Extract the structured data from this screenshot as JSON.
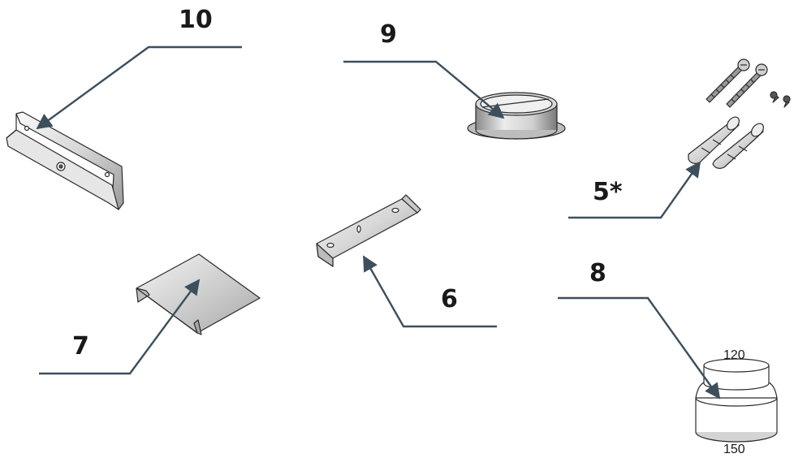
{
  "callouts": {
    "c10": "10",
    "c9": "9",
    "c5": "5*",
    "c6": "6",
    "c7": "7",
    "c8": "8"
  },
  "dimensions": {
    "top": "120",
    "bottom": "150"
  },
  "colors": {
    "leader": "#3d4f5c",
    "part_light": "#f2f2f2",
    "part_mid": "#cfcfcf",
    "part_dark": "#8a8a8a"
  },
  "parts": [
    {
      "id": "10",
      "name": "wall bracket"
    },
    {
      "id": "9",
      "name": "round collar"
    },
    {
      "id": "5*",
      "name": "screws and wall plugs"
    },
    {
      "id": "6",
      "name": "hanging bracket"
    },
    {
      "id": "7",
      "name": "cover plate"
    },
    {
      "id": "8",
      "name": "reducer"
    }
  ]
}
